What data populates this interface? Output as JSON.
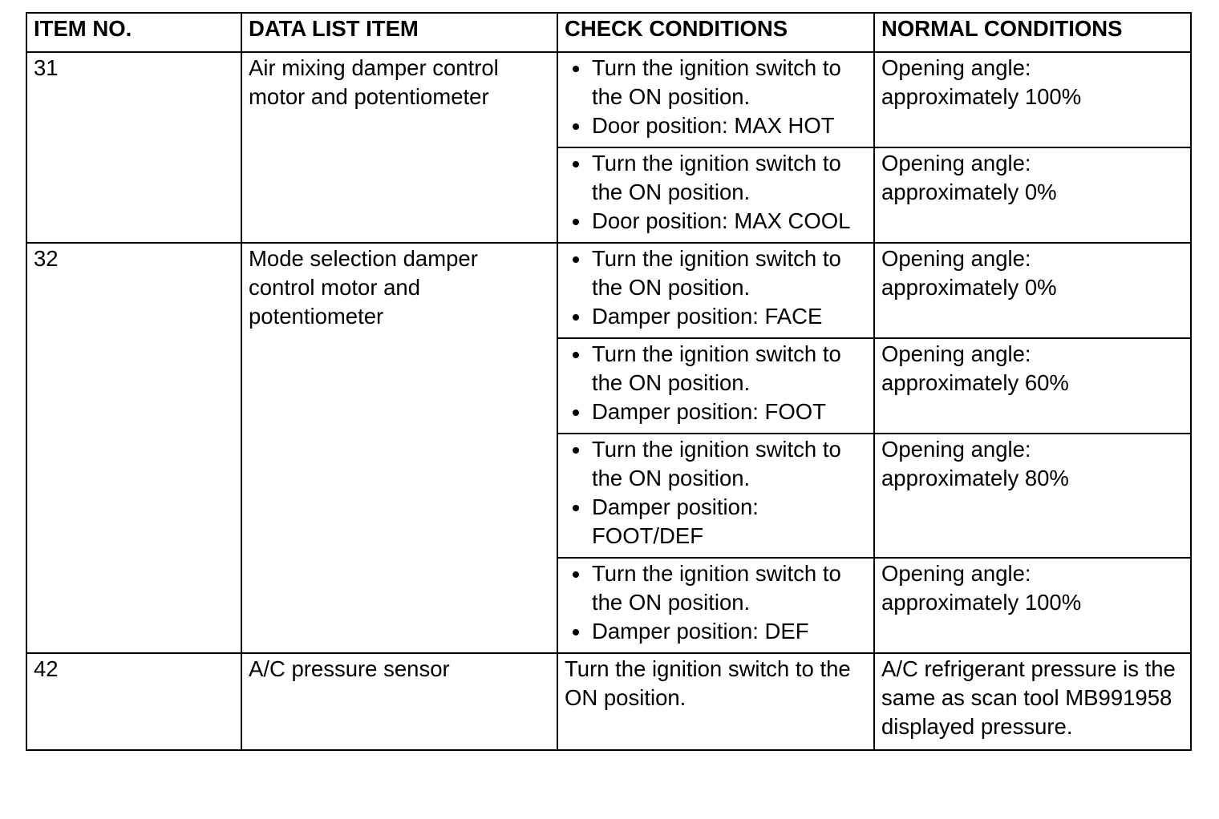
{
  "table": {
    "headers": [
      "ITEM NO.",
      "DATA LIST ITEM",
      "CHECK CONDITIONS",
      "NORMAL CONDITIONS"
    ],
    "rows": [
      {
        "item_no": "31",
        "data_list_item": "Air mixing damper control motor and potentiometer",
        "conditions": [
          {
            "check": [
              "Turn the ignition switch to the ON position.",
              "Door position: MAX HOT"
            ],
            "normal": [
              "Opening angle:",
              "approximately 100%"
            ]
          },
          {
            "check": [
              "Turn the ignition switch to the ON position.",
              "Door position: MAX COOL"
            ],
            "normal": [
              "Opening angle:",
              "approximately 0%"
            ]
          }
        ]
      },
      {
        "item_no": "32",
        "data_list_item": "Mode selection damper control motor and potentiometer",
        "conditions": [
          {
            "check": [
              "Turn the ignition switch to the ON position.",
              "Damper position: FACE"
            ],
            "normal": [
              "Opening angle:",
              "approximately 0%"
            ]
          },
          {
            "check": [
              "Turn the ignition switch to the ON position.",
              "Damper position: FOOT"
            ],
            "normal": [
              "Opening angle:",
              "approximately 60%"
            ]
          },
          {
            "check": [
              "Turn the ignition switch to the ON position.",
              "Damper position: FOOT/DEF"
            ],
            "normal": [
              "Opening angle:",
              "approximately 80%"
            ]
          },
          {
            "check": [
              "Turn the ignition switch to the ON position.",
              "Damper position: DEF"
            ],
            "normal": [
              "Opening angle:",
              "approximately 100%"
            ]
          }
        ]
      },
      {
        "item_no": "42",
        "data_list_item": "A/C pressure sensor",
        "conditions": [
          {
            "check_text": "Turn the ignition switch to the ON position.",
            "normal_text": "A/C refrigerant pressure is the same as scan tool MB991958 displayed pressure."
          }
        ]
      }
    ]
  }
}
